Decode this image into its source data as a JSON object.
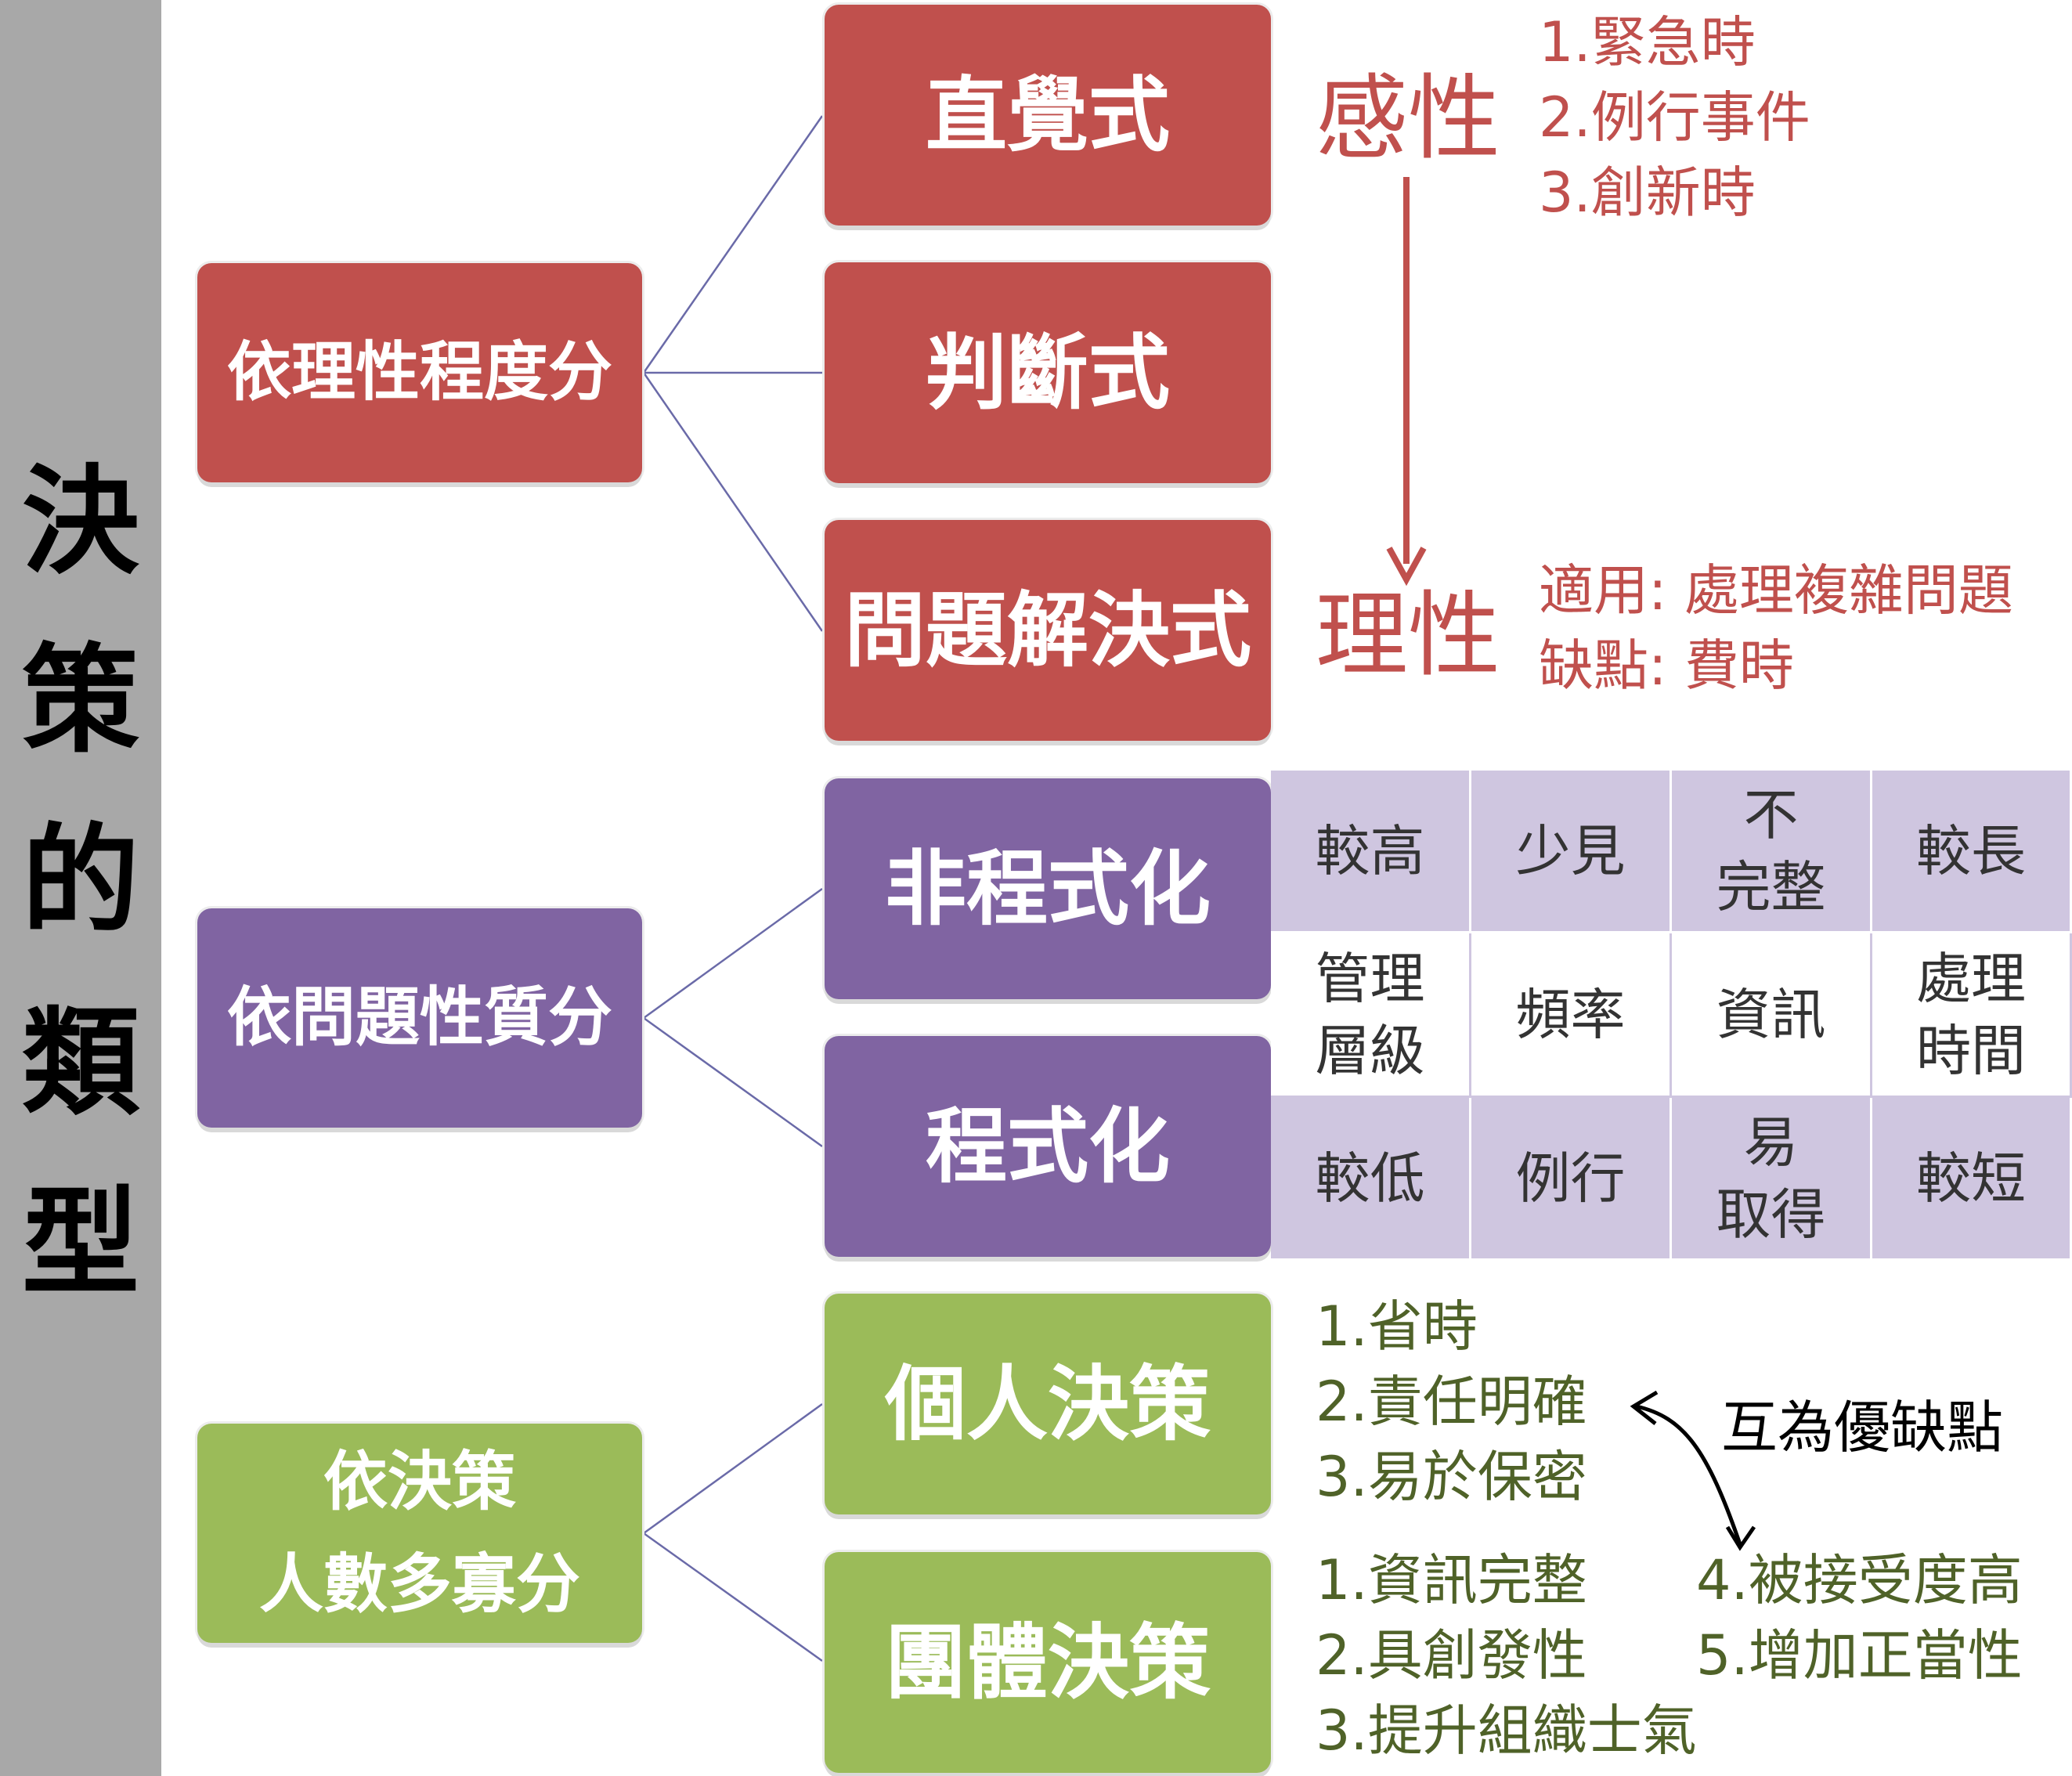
{
  "title_chars": [
    "決",
    "策",
    "的",
    "類",
    "型"
  ],
  "categories": {
    "rational": "依理性程度分",
    "problem": "依問題性質分",
    "people_line1": "依決策",
    "people_line2": "人數多寡分"
  },
  "leaves": {
    "intuitive": "直覺式",
    "judgment": "判斷式",
    "problem_solving": "問題解決式",
    "non_programmed": "非程式化",
    "programmed": "程式化",
    "individual": "個人決策",
    "group": "團體決策"
  },
  "rational_scale": {
    "top": "感性",
    "bottom": "理性",
    "top_items": [
      "1.緊急時",
      "2.例行事件",
      "3.創新時"
    ],
    "bottom_items": [
      "適用: 處理複雜問題",
      "缺點: 費時"
    ]
  },
  "comparison_table": {
    "non_programmed_row": [
      "較高",
      "少見",
      "不\n完整",
      "較長"
    ],
    "header_row": [
      "管理\n層級",
      "頻率",
      "資訊",
      "處理\n時間"
    ],
    "programmed_row": [
      "較低",
      "例行",
      "易\n取得",
      "較短"
    ]
  },
  "individual_items": [
    "1.省時",
    "2.責任明確",
    "3.易於保密"
  ],
  "group_items_left": [
    "1.資訊完整",
    "2.具創發性",
    "3.提升組織士氣"
  ],
  "group_items_right": [
    "4.被接受度高",
    "5.增加正當性"
  ],
  "mutual_note": "互為優缺點",
  "colors": {
    "red": "#c0504d",
    "purple": "#8064a2",
    "green": "#9bbb59",
    "sidebar": "#a8a8a8",
    "table_fill": "#cfc6e0",
    "connector": "#6a6aa8",
    "green_text": "#4f6228"
  }
}
